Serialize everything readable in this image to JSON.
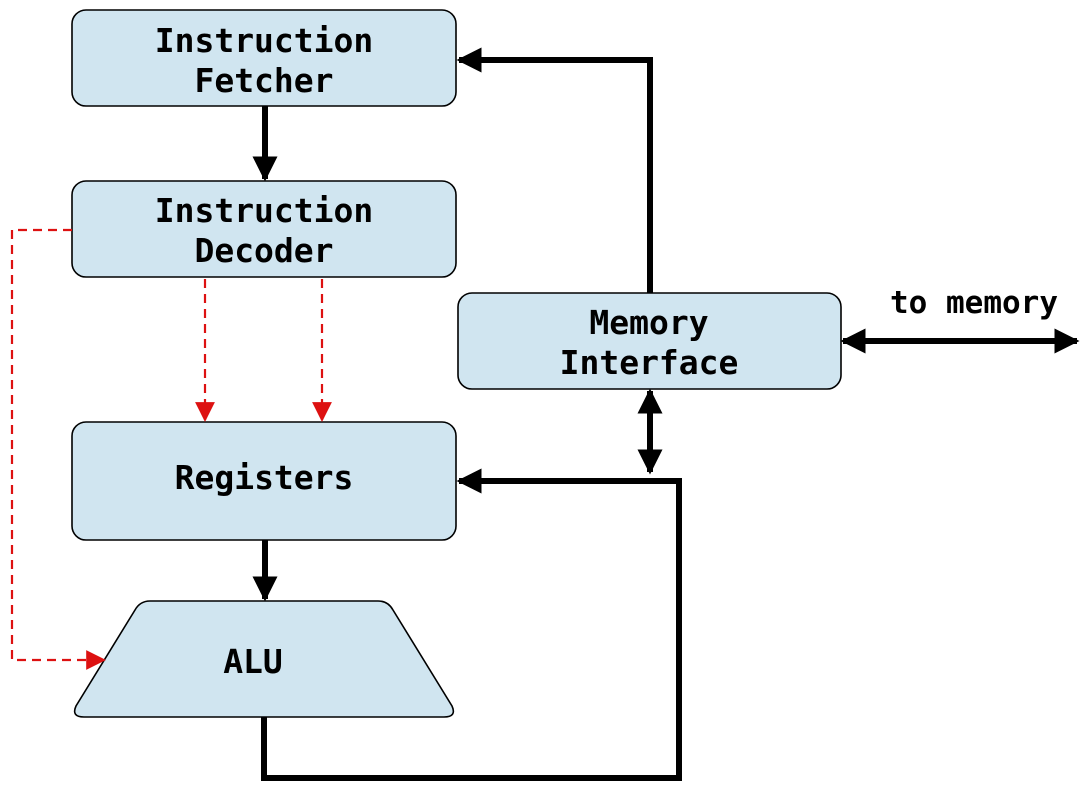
{
  "colors": {
    "block_fill": "#d0e5f0",
    "block_stroke": "#000000",
    "data_path": "#000000",
    "control_path": "#dd1111"
  },
  "blocks": {
    "instruction_fetcher": {
      "line1": "Instruction",
      "line2": "Fetcher"
    },
    "instruction_decoder": {
      "line1": "Instruction",
      "line2": "Decoder"
    },
    "registers": {
      "label": "Registers"
    },
    "alu": {
      "label": "ALU"
    },
    "memory_interface": {
      "line1": "Memory",
      "line2": "Interface"
    }
  },
  "labels": {
    "to_memory": "to memory"
  }
}
